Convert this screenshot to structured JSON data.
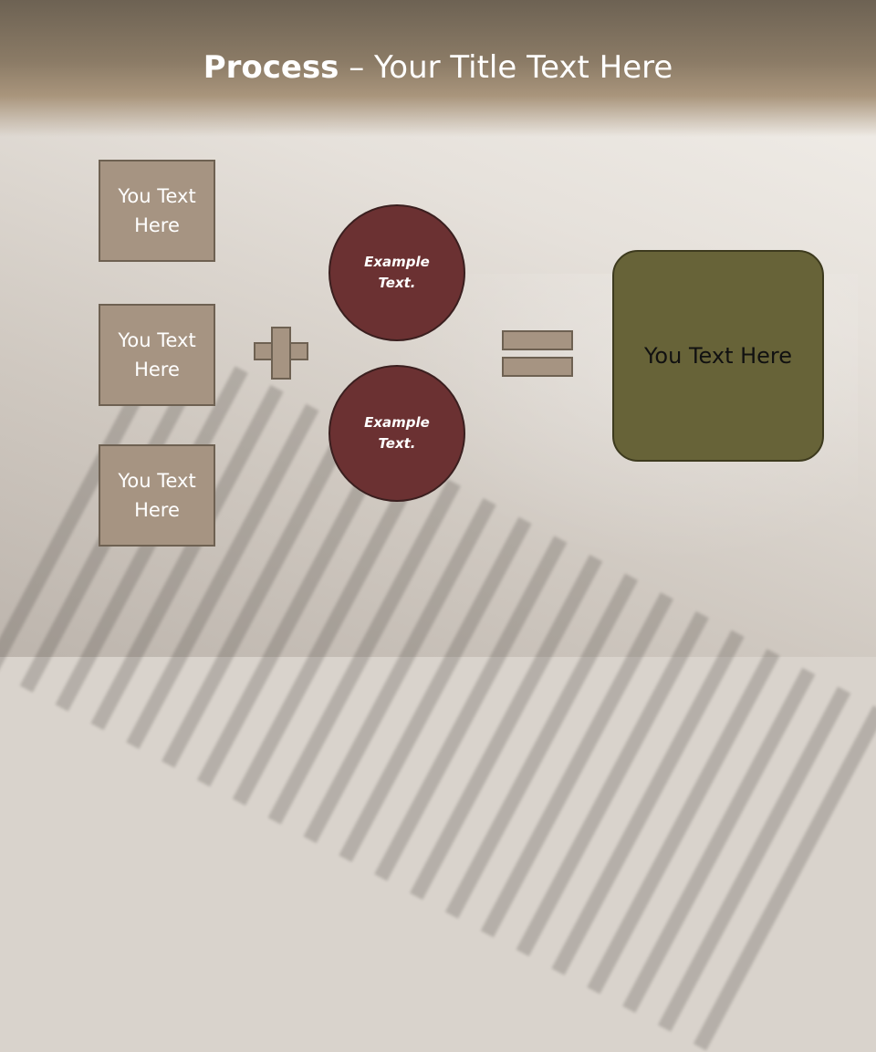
{
  "title": {
    "bold": "Process",
    "rest": " – Your Title Text Here"
  },
  "left_boxes": [
    {
      "label": "You Text Here"
    },
    {
      "label": "You Text Here"
    },
    {
      "label": "You Text Here"
    }
  ],
  "circles": [
    {
      "label": "Example Text."
    },
    {
      "label": "Example Text."
    }
  ],
  "result": {
    "label": "You Text Here"
  },
  "colors": {
    "box_fill": "#a69482",
    "circle_fill": "#6b3132",
    "result_fill": "#676338",
    "title_text": "#ffffff"
  },
  "icons": [
    "plus-icon",
    "equals-icon"
  ]
}
